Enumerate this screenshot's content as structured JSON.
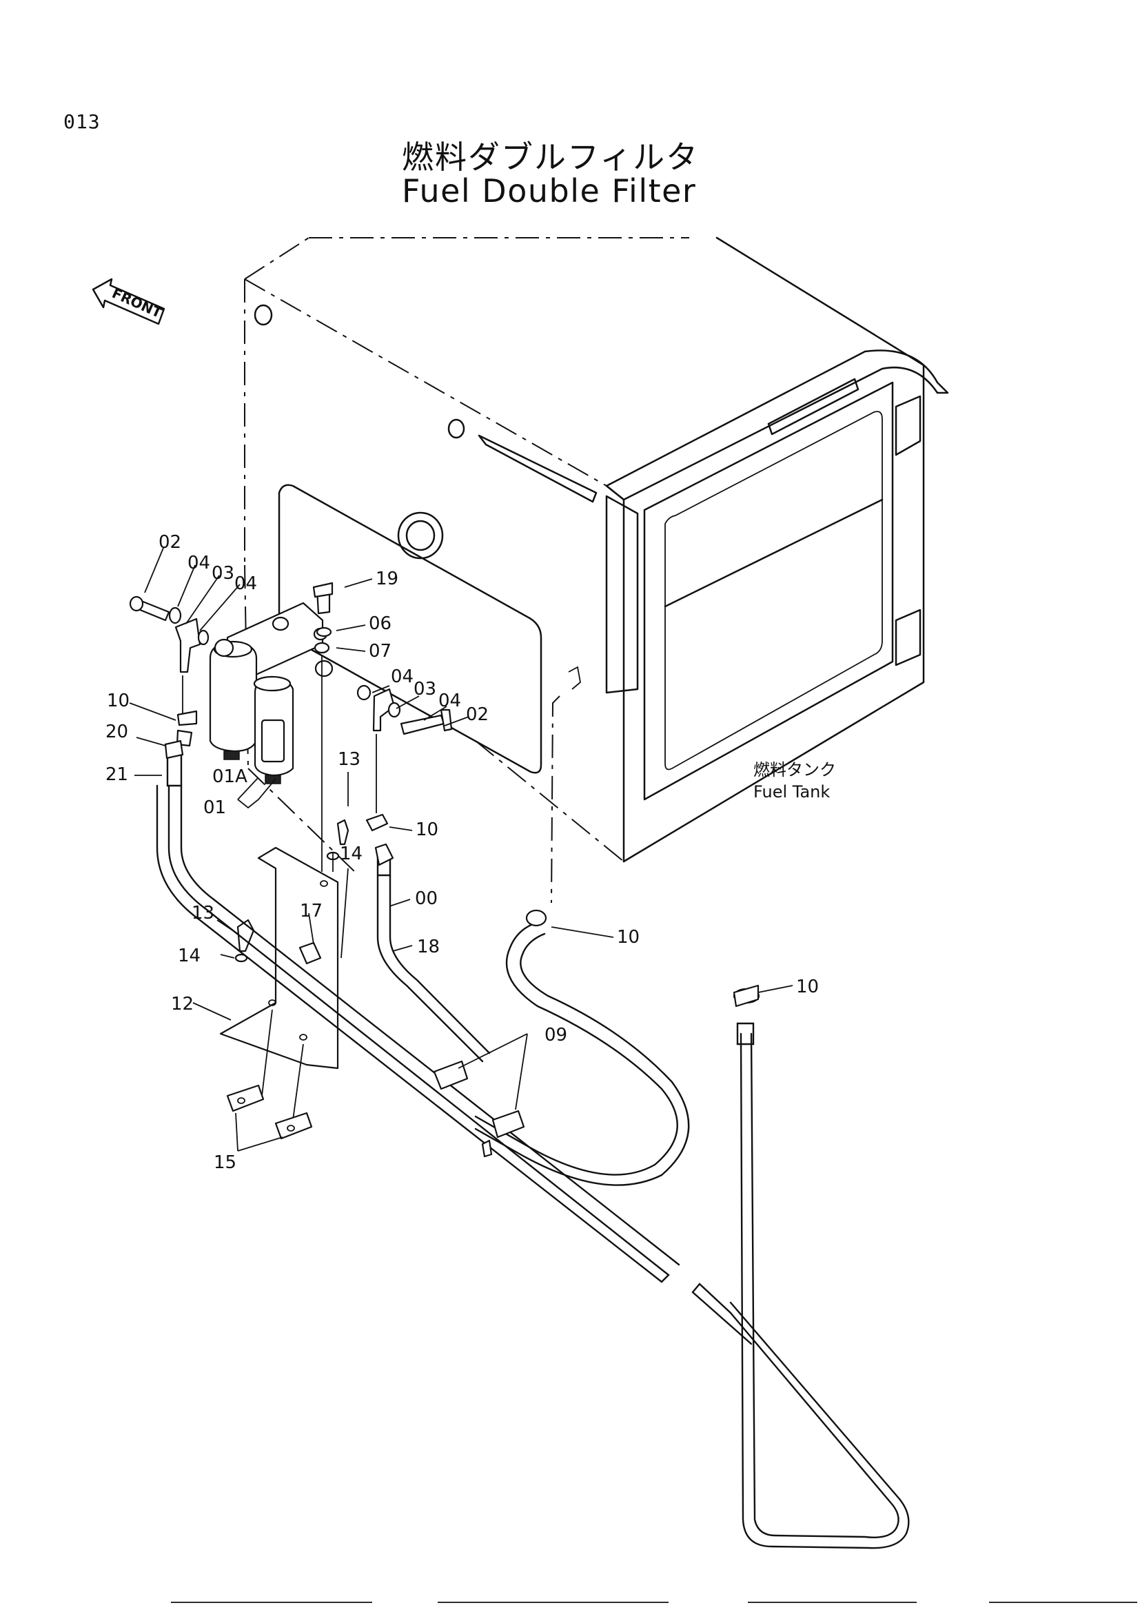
{
  "header": {
    "page_number": "013",
    "title_jp": "燃料ダブルフィルタ",
    "title_en": "Fuel Double Filter"
  },
  "front_marker": {
    "text": "FRONT"
  },
  "tank_label": {
    "jp": "燃料タンク",
    "en": "Fuel Tank"
  },
  "callouts": [
    "02",
    "04",
    "03",
    "04",
    "19",
    "06",
    "07",
    "04",
    "03",
    "04",
    "02",
    "10",
    "20",
    "21",
    "01A",
    "01",
    "13",
    "10",
    "14",
    "00",
    "13",
    "17",
    "14",
    "18",
    "10",
    "10",
    "12",
    "09",
    "15"
  ]
}
